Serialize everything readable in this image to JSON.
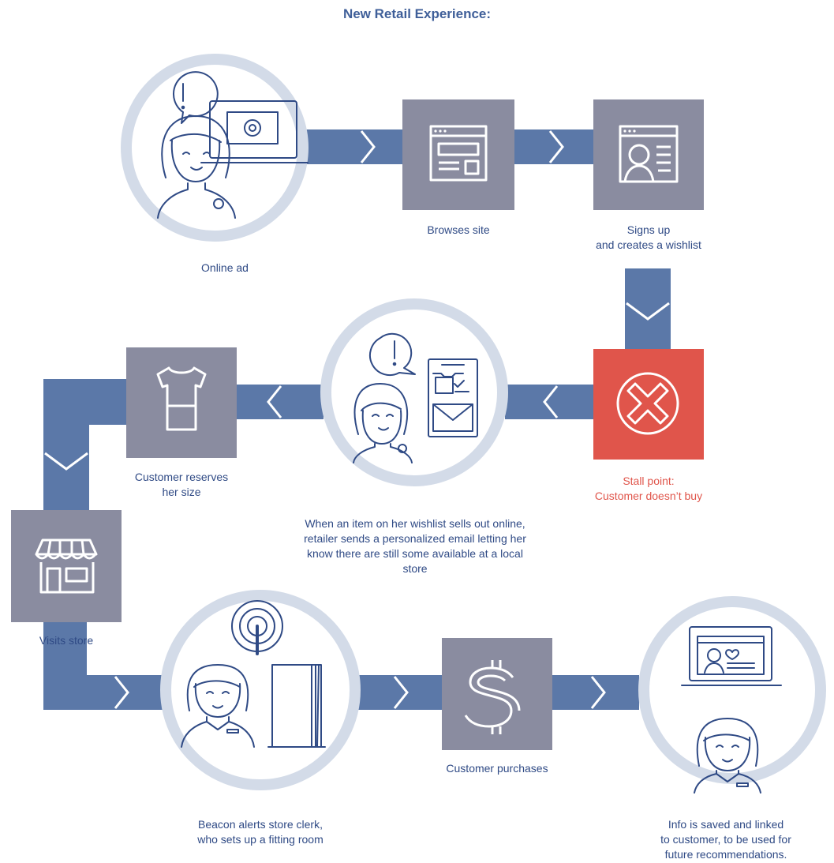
{
  "title": "New Retail Experience:",
  "colors": {
    "connector": "#5b78a8",
    "box": "#8a8ca0",
    "ring": "#d3dbe8",
    "stall": "#e0554b",
    "label": "#2f4a85",
    "icon": "#2f4a85"
  },
  "steps": {
    "online_ad": {
      "label": "Online ad",
      "icon": "woman-laptop-icon"
    },
    "browses": {
      "label": "Browses site",
      "icon": "browser-window-icon"
    },
    "signs_up": {
      "label": "Signs up\nand creates a wishlist",
      "icon": "profile-page-icon"
    },
    "stall": {
      "label": "Stall point:\nCustomer doesn’t buy",
      "icon": "x-circle-icon"
    },
    "email": {
      "label": "When an item on her wishlist sells out online, retailer sends a personalized email letting her know there are still some available at a local store",
      "icon": "woman-tablet-email-icon"
    },
    "reserves": {
      "label": "Customer reserves\nher size",
      "icon": "tshirt-icon"
    },
    "visits": {
      "label": "Visits store",
      "icon": "storefront-icon"
    },
    "beacon": {
      "label": "Beacon alerts store clerk,\nwho sets up a fitting room",
      "icon": "clerk-fitting-room-icon"
    },
    "purchases": {
      "label": "Customer purchases",
      "icon": "dollar-icon"
    },
    "saved": {
      "label": "Info is saved and linked\nto customer, to be used for\nfuture recommendations.",
      "icon": "clerk-laptop-icon"
    }
  }
}
